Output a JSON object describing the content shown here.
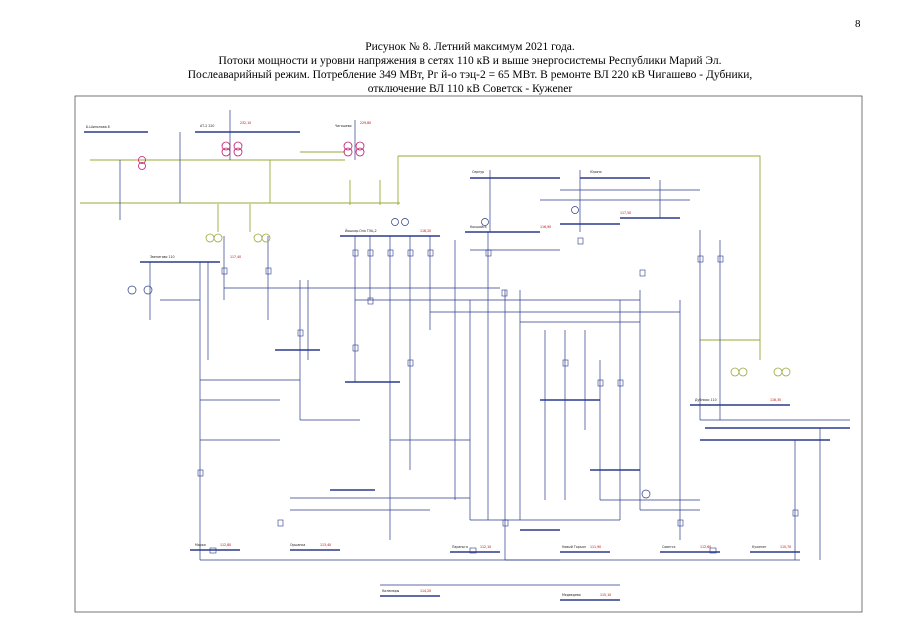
{
  "page": {
    "number": "8"
  },
  "caption": {
    "line1": "Рисунок № 8. Летний максимум 2021 года.",
    "line2": "Потоки мощности и уровни напряжения в сетях 110 кВ и выше энергосистемы Республики Марий Эл.",
    "line3": "Послеаварийный режим. Потребление  349 МВт, Рг й-о тэц-2 = 65 МВт. В ремонте ВЛ 220 кВ Чигашево - Дубники,",
    "line4": "отключение ВЛ 110 кВ Советск - Кужener"
  },
  "colors": {
    "bus_110": "#2b3a8a",
    "bus_220": "#9aa83a",
    "transformer": "#c0186a",
    "generator": "#9aa83a",
    "voltage_label": "#c00000",
    "frame": "#555555"
  }
}
